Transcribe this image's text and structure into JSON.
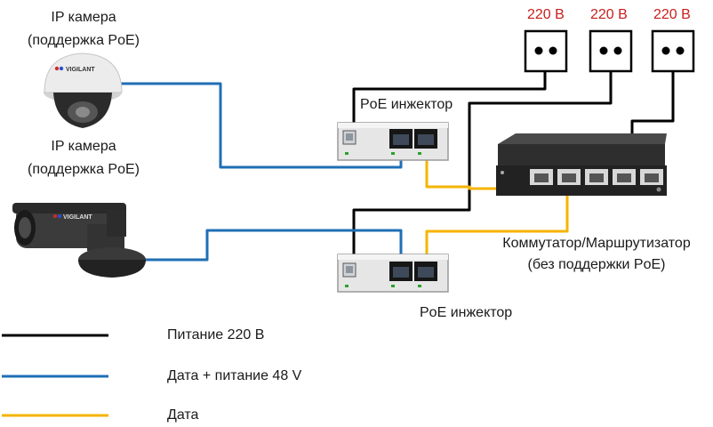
{
  "labels": {
    "camera_top_line1": "IP камера",
    "camera_top_line2": "(поддержка PoE)",
    "camera_bottom_line1": "IP камера",
    "camera_bottom_line2": "(поддержка PoE)",
    "outlet_1": "220 В",
    "outlet_2": "220 В",
    "outlet_3": "220 В",
    "injector_top": "PoE инжектор",
    "injector_bottom": "PoE инжектор",
    "switch_line1": "Коммутатор/Маршрутизатор",
    "switch_line2": "(без поддержки PoE)",
    "camera_brand": "VIGILANT"
  },
  "legend": [
    {
      "label": "Питание 220 В",
      "color": "#000000"
    },
    {
      "label": "Дата + питание 48 V",
      "color": "#1f6fb5"
    },
    {
      "label": "Дата",
      "color": "#f5b400"
    }
  ],
  "colors": {
    "power": "#000000",
    "data_power": "#1f6fb5",
    "data": "#f5b400",
    "outlet_label": "#c81e1e"
  }
}
